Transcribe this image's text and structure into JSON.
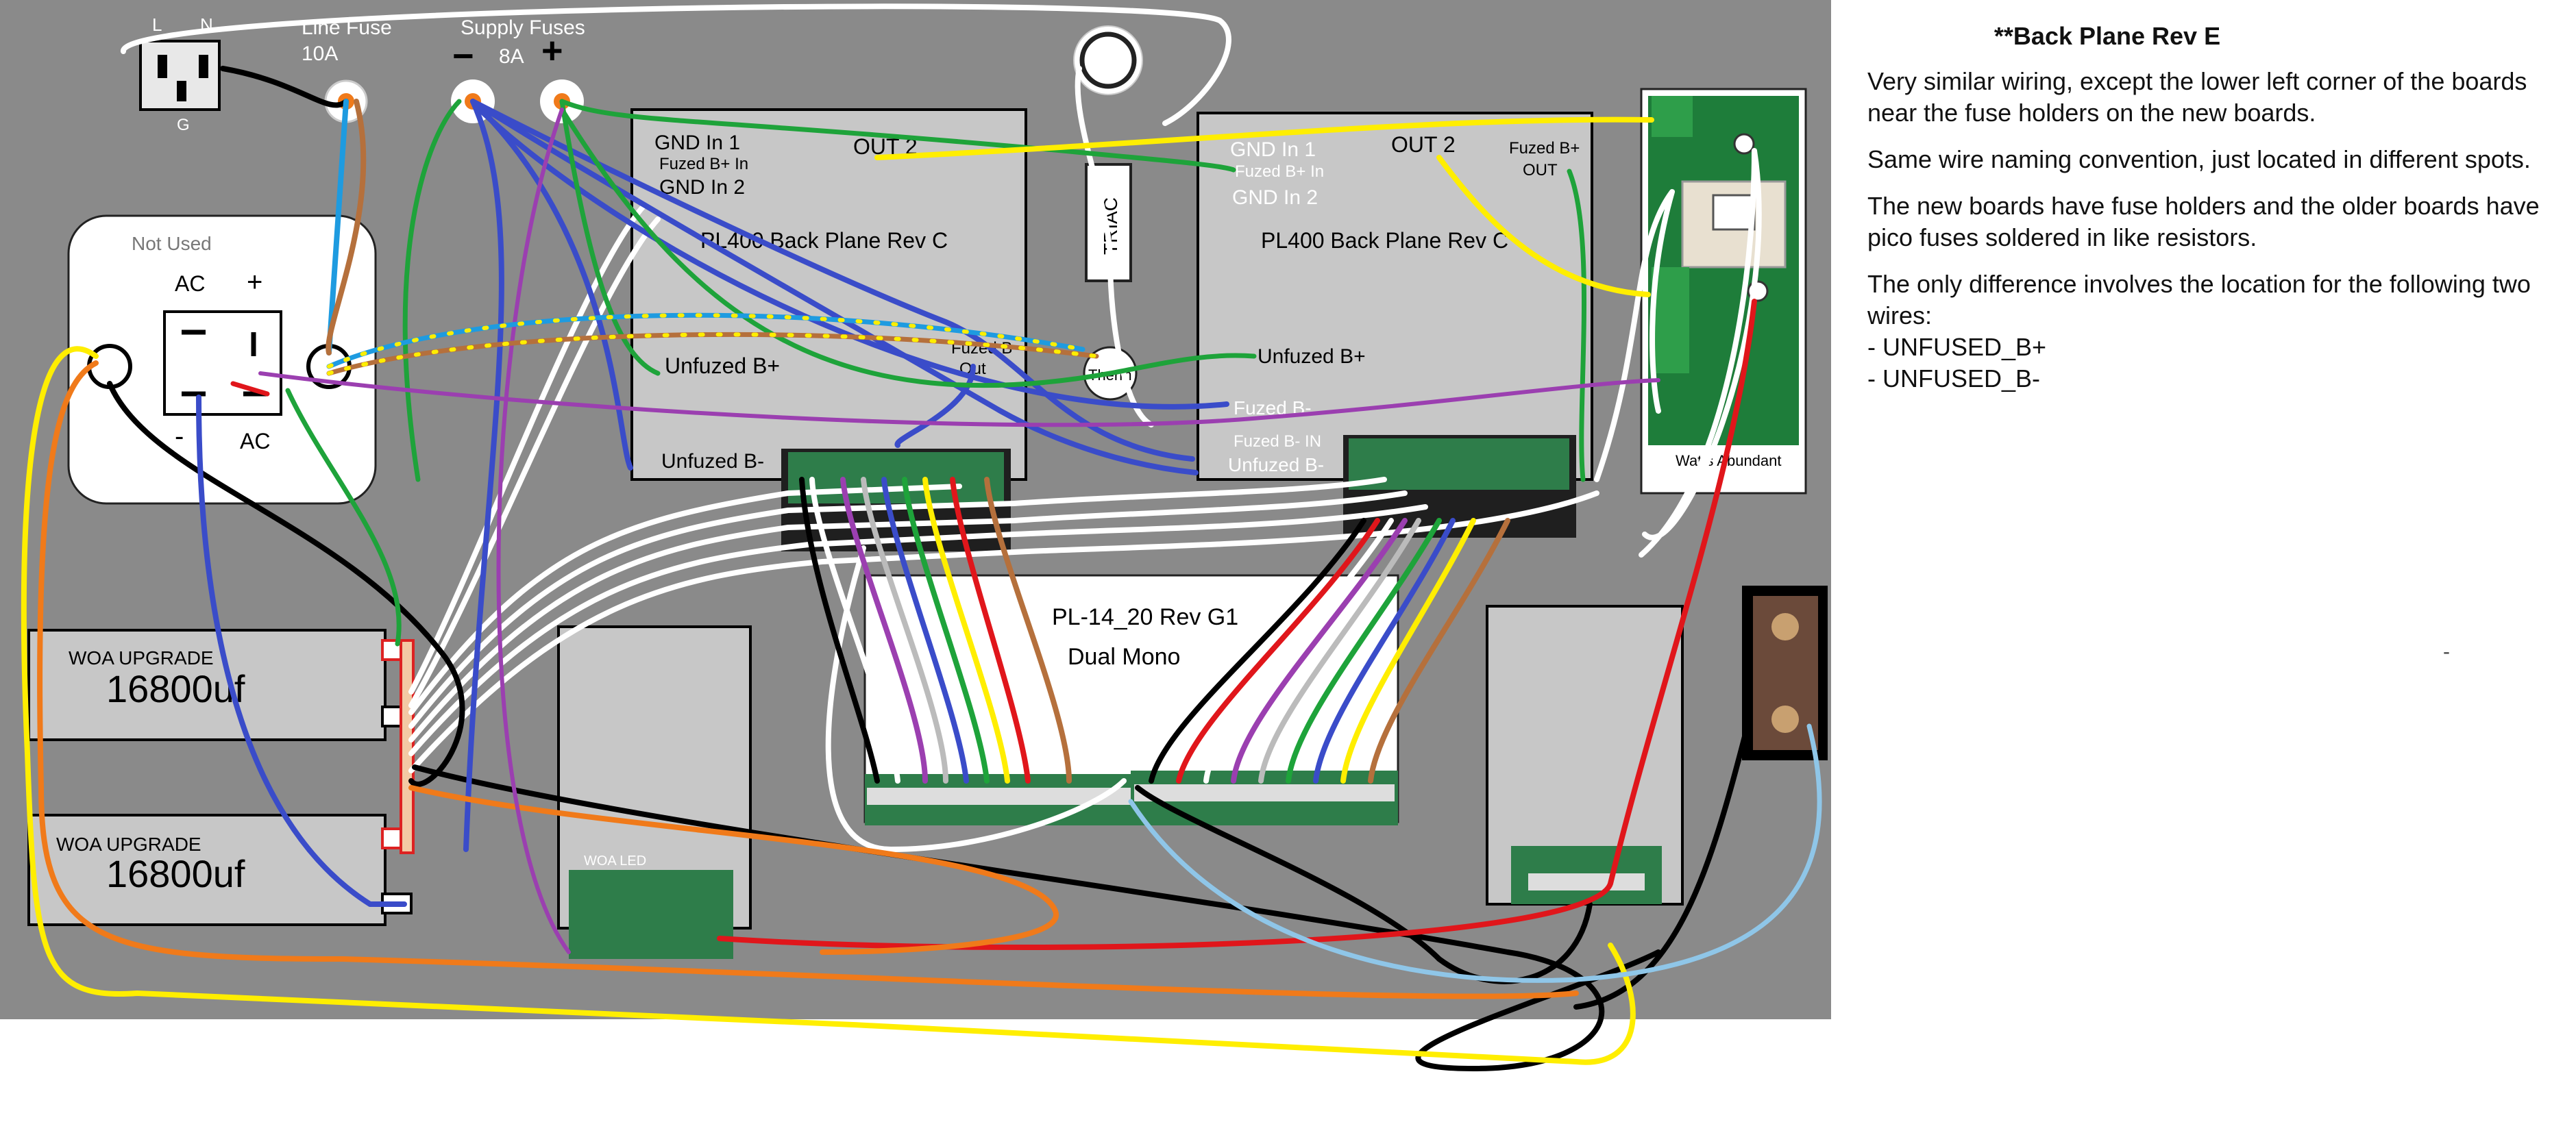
{
  "colors": {
    "chassis": "#8a8a8a",
    "board": "#c7c7c7",
    "pcb_green": "#1e7d3a",
    "wire_white": "#ffffff",
    "wire_black": "#000000",
    "wire_red": "#e0161b",
    "wire_blue": "#3a4cc9",
    "wire_green": "#1ea33a",
    "wire_yellow": "#ffee00",
    "wire_orange": "#f07a1a",
    "wire_purple": "#9b3fb0",
    "wire_brown": "#b5703c",
    "wire_lightblue": "#8fc6e8"
  },
  "power_inlet": {
    "l": "L",
    "n": "N",
    "g": "G"
  },
  "line_fuse": {
    "title": "Line Fuse",
    "rating": "10A"
  },
  "supply_fuses": {
    "title": "Supply Fuses",
    "minus": "−",
    "rating": "8A",
    "plus": "+"
  },
  "rectifier": {
    "not_used": "Not Used",
    "ac_top": "AC",
    "plus": "+",
    "minus": "-",
    "ac_bottom": "AC"
  },
  "triac": {
    "label": "TRIAC"
  },
  "therm": {
    "label": "Therm"
  },
  "board_left": {
    "title": "PL400 Back Plane Rev C",
    "gnd_in_1": "GND In 1",
    "fuzed_b_in": "Fuzed B+ In",
    "gnd_in_2": "GND In 2",
    "out_2": "OUT 2",
    "unfuzed_b_plus": "Unfuzed B+",
    "fuzed_b_minus_out": "Fuzed B-\nOut",
    "unfuzed_b_minus": "Unfuzed B-"
  },
  "board_right": {
    "title": "PL400 Back Plane Rev C",
    "gnd_in_1": "GND In 1",
    "fuzed_b_in": "Fuzed B+ In",
    "gnd_in_2": "GND In 2",
    "out_2": "OUT 2",
    "fuzed_b_plus_out": "Fuzed B+\nOUT",
    "unfuzed_b_plus": "Unfuzed B+",
    "fuzed_b_minus": "Fuzed B-",
    "fuzed_b_minus_in": "Fuzed B- IN",
    "unfuzed_b_minus": "Unfuzed B-"
  },
  "watts_abundant": {
    "label": "Watts Abundant"
  },
  "amp_board": {
    "title": "PL-14_20 Rev G1",
    "subtitle": "Dual Mono"
  },
  "capacitors": [
    {
      "upgrade": "WOA UPGRADE",
      "value": "16800uf"
    },
    {
      "upgrade": "WOA UPGRADE",
      "value": "16800uf"
    }
  ],
  "woa_led": {
    "label": "WOA LED"
  },
  "notes": {
    "title": "**Back Plane Rev E",
    "p1": "Very similar wiring, except the lower left corner of the boards near the fuse holders on the new boards.",
    "p2": "Same wire naming convention, just located in different spots.",
    "p3": "The new boards have fuse holders and the older boards have pico fuses soldered in like resistors.",
    "p4": "The only difference involves the location for the following two wires:",
    "items": [
      "UNFUSED_B+",
      "UNFUSED_B-"
    ],
    "dash": "-"
  }
}
